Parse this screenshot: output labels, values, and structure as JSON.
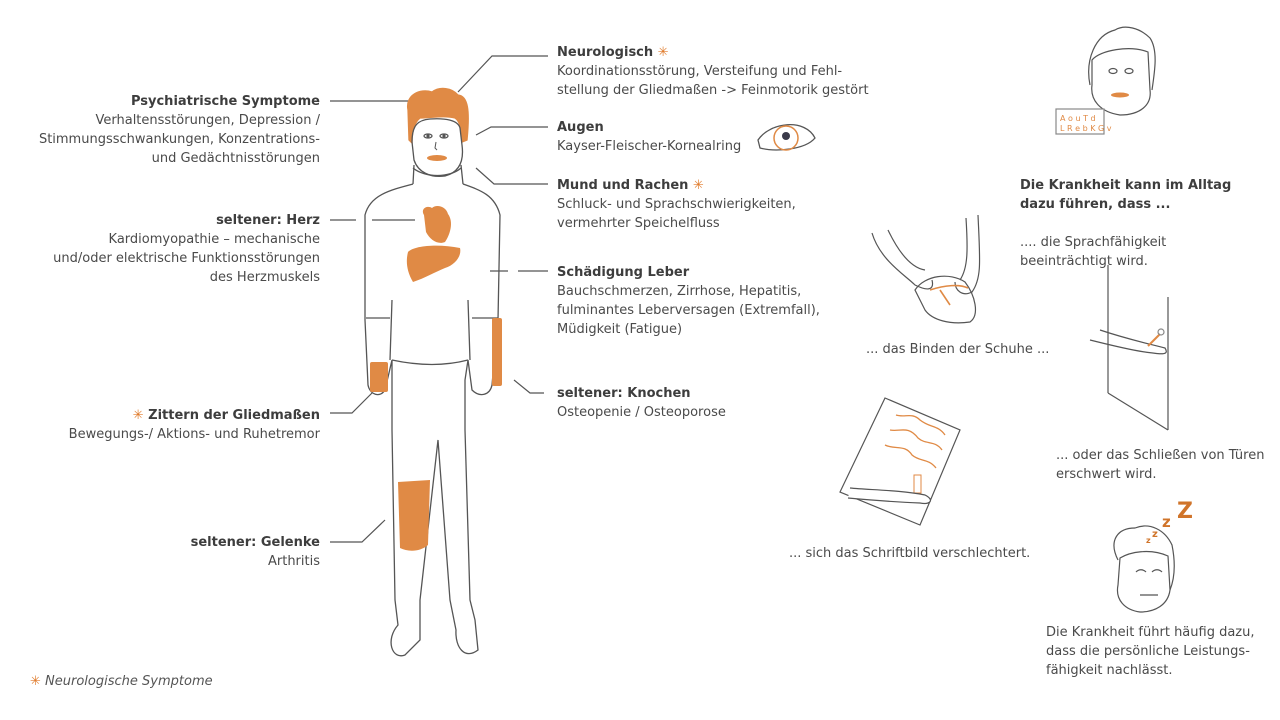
{
  "colors": {
    "accent": "#E08A45",
    "line": "#555555",
    "text": "#4A4A4A"
  },
  "left_labels": [
    {
      "id": "psychiatric",
      "title": "Psychiatrische Symptome",
      "desc": "Verhaltensstörungen, Depression /\nStimmungsschwankungen, Konzentrations-\nund Gedächtnisstörungen",
      "neuro": false
    },
    {
      "id": "heart",
      "title": "seltener: Herz",
      "desc": "Kardiomyopathie – mechanische\nund/oder elektrische Funktionsstörungen\ndes Herzmuskels",
      "neuro": false
    },
    {
      "id": "tremor",
      "title": "Zittern der Gliedmaßen",
      "desc": "Bewegungs-/ Aktions- und Ruhetremor",
      "neuro": true
    },
    {
      "id": "joints",
      "title": "seltener: Gelenke",
      "desc": "Arthritis",
      "neuro": false
    }
  ],
  "right_labels": [
    {
      "id": "neurological",
      "title": "Neurologisch",
      "desc": "Koordinationsstörung, Versteifung und Fehl-\nstellung der Gliedmaßen -> Feinmotorik gestört",
      "neuro": true
    },
    {
      "id": "eyes",
      "title": "Augen",
      "desc": "Kayser-Fleischer-Kornealring",
      "neuro": false
    },
    {
      "id": "mouth",
      "title": "Mund und Rachen",
      "desc": "Schluck- und Sprachschwierigkeiten,\nvermehrter Speichelfluss",
      "neuro": true
    },
    {
      "id": "liver",
      "title": "Schädigung Leber",
      "desc": "Bauchschmerzen, Zirrhose, Hepatitis,\nfulminantes Leberversagen (Extremfall),\nMüdigkeit (Fatigue)",
      "neuro": false
    },
    {
      "id": "bones",
      "title": "seltener: Knochen",
      "desc": "Osteopenie / Osteoporose",
      "neuro": false
    }
  ],
  "everyday": {
    "intro_title": "Die Krankheit kann im Alltag\ndazu führen, dass ...",
    "speech": ".... die Sprachfähigkeit\nbeeinträchtigt wird.",
    "speech_bubble_letters": "A o u T d  L R e b K G v",
    "shoes": "... das Binden der Schuhe ...",
    "doors": "... oder das Schließen von Türen\nerschwert wird.",
    "writing": "... sich das Schriftbild verschlechtert.",
    "fatigue": "Die Krankheit führt häufig dazu,\ndass die persönliche Leistungs-\nfähigkeit nachlässt.",
    "sleep_letters": [
      "z",
      "z",
      "z",
      "Z"
    ]
  },
  "legend": {
    "symbol": "✳",
    "label": "Neurologische Symptome"
  },
  "star_symbol": "✳"
}
